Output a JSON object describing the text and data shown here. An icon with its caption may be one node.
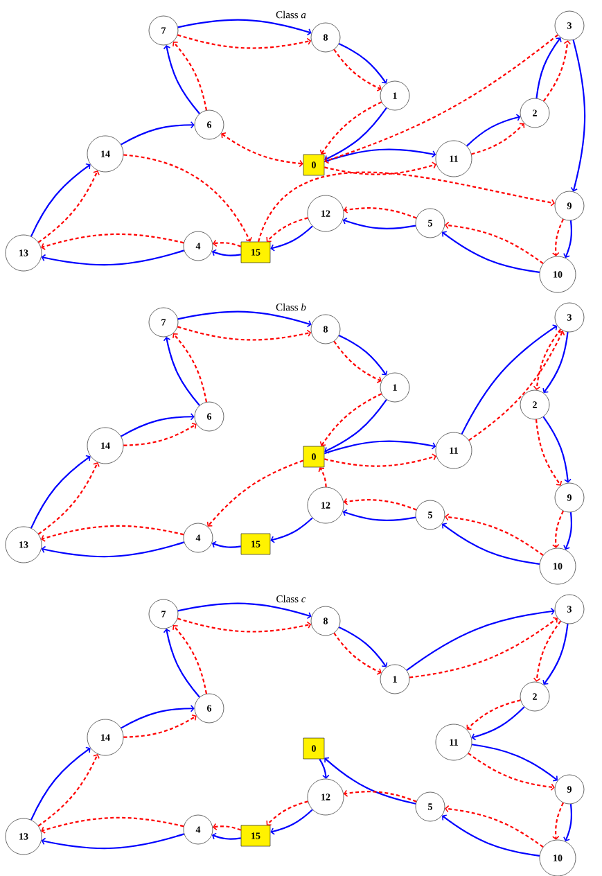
{
  "diagram": {
    "nodes": [
      {
        "text": [
          "0"
        ]
      },
      {
        "text": [
          "1"
        ]
      },
      {
        "text": [
          "2"
        ]
      },
      {
        "text": [
          "3"
        ]
      },
      {
        "text": [
          "4"
        ]
      },
      {
        "text": [
          "5"
        ]
      },
      {
        "text": [
          "6"
        ]
      },
      {
        "text": [
          "7"
        ]
      },
      {
        "text": [
          "8"
        ]
      },
      {
        "text": [
          "9"
        ]
      },
      {
        "text": [
          "10"
        ]
      },
      {
        "text": [
          "11"
        ]
      },
      {
        "text": [
          "12"
        ]
      },
      {
        "text": [
          "13"
        ]
      },
      {
        "text": [
          "14"
        ]
      },
      {
        "text": [
          "15"
        ]
      },
      {
        "text": [
          "0"
        ]
      },
      {
        "text": [
          "1"
        ]
      },
      {
        "text": [
          "2"
        ]
      },
      {
        "text": [
          "3"
        ]
      },
      {
        "text": [
          "4"
        ]
      },
      {
        "text": [
          "5"
        ]
      },
      {
        "text": [
          "6"
        ]
      },
      {
        "text": [
          "7"
        ]
      },
      {
        "text": [
          "8"
        ]
      },
      {
        "text": [
          "9"
        ]
      },
      {
        "text": [
          "10"
        ]
      },
      {
        "text": [
          "11"
        ]
      },
      {
        "text": [
          "12"
        ]
      },
      {
        "text": [
          "13"
        ]
      },
      {
        "text": [
          "14"
        ]
      },
      {
        "text": [
          "15"
        ]
      },
      {
        "text": [
          "0"
        ]
      },
      {
        "text": [
          "1"
        ]
      },
      {
        "text": [
          "2"
        ]
      },
      {
        "text": [
          "3"
        ]
      },
      {
        "text": [
          "4"
        ]
      },
      {
        "text": [
          "5"
        ]
      },
      {
        "text": [
          "6"
        ]
      },
      {
        "text": [
          "7"
        ]
      },
      {
        "text": [
          "8"
        ]
      },
      {
        "text": [
          "9"
        ]
      },
      {
        "text": [
          "10"
        ]
      },
      {
        "text": [
          "11"
        ]
      },
      {
        "text": [
          "12"
        ]
      },
      {
        "text": [
          "13"
        ]
      },
      {
        "text": [
          "14"
        ]
      },
      {
        "text": [
          "15"
        ]
      }
    ],
    "edges": [
      {
        "from": 7,
        "to": 8,
        "arrow": "to",
        "color": "#0000ff"
      },
      {
        "from": 8,
        "to": 1,
        "arrow": "to",
        "color": "#0000ff"
      },
      {
        "from": 1,
        "to": 0,
        "arrow": "to",
        "color": "#0000ff"
      },
      {
        "from": 0,
        "to": 11,
        "arrow": "to",
        "color": "#0000ff"
      },
      {
        "from": 11,
        "to": 2,
        "arrow": "to",
        "color": "#0000ff"
      },
      {
        "from": 2,
        "to": 3,
        "arrow": "to",
        "color": "#0000ff"
      },
      {
        "from": 3,
        "to": 9,
        "arrow": "to",
        "color": "#0000ff"
      },
      {
        "from": 9,
        "to": 10,
        "arrow": "to",
        "color": "#0000ff"
      },
      {
        "from": 10,
        "to": 5,
        "arrow": "to",
        "color": "#0000ff"
      },
      {
        "from": 5,
        "to": 12,
        "arrow": "to",
        "color": "#0000ff"
      },
      {
        "from": 12,
        "to": 15,
        "arrow": "to",
        "color": "#0000ff"
      },
      {
        "from": 15,
        "to": 4,
        "arrow": "to",
        "color": "#0000ff"
      },
      {
        "from": 4,
        "to": 13,
        "arrow": "to",
        "color": "#0000ff"
      },
      {
        "from": 13,
        "to": 14,
        "arrow": "to",
        "color": "#0000ff"
      },
      {
        "from": 14,
        "to": 6,
        "arrow": "to",
        "color": "#0000ff"
      },
      {
        "from": 6,
        "to": 7,
        "arrow": "to",
        "color": "#0000ff"
      },
      {
        "from": 7,
        "to": 8,
        "arrow": "to",
        "style": "dashed",
        "color": "#ff0000"
      },
      {
        "from": 8,
        "to": 1,
        "arrow": "to",
        "style": "dashed",
        "color": "#ff0000"
      },
      {
        "from": 1,
        "to": 0,
        "arrow": "to",
        "style": "dashed",
        "color": "#ff0000"
      },
      {
        "from": 6,
        "to": 0,
        "arrow": "both",
        "style": "dashed",
        "color": "#ff0000"
      },
      {
        "from": 3,
        "to": 0,
        "arrow": "to",
        "style": "dashed",
        "color": "#ff0000"
      },
      {
        "from": 0,
        "to": 11,
        "arrow": "to",
        "style": "dashed",
        "color": "#ff0000"
      },
      {
        "from": 11,
        "to": 2,
        "arrow": "to",
        "style": "dashed",
        "color": "#ff0000"
      },
      {
        "from": 2,
        "to": 3,
        "arrow": "to",
        "style": "dashed",
        "color": "#ff0000"
      },
      {
        "from": 15,
        "to": 9,
        "arrow": "to",
        "style": "dashed",
        "color": "#ff0000"
      },
      {
        "from": 14,
        "to": 15,
        "arrow": "to",
        "style": "dashed",
        "color": "#ff0000"
      },
      {
        "from": 12,
        "to": 15,
        "arrow": "to",
        "style": "dashed",
        "color": "#ff0000"
      },
      {
        "from": 15,
        "to": 4,
        "arrow": "to",
        "style": "dashed",
        "color": "#ff0000"
      },
      {
        "from": 4,
        "to": 13,
        "arrow": "to",
        "style": "dashed",
        "color": "#ff0000"
      },
      {
        "from": 13,
        "to": 14,
        "arrow": "to",
        "style": "dashed",
        "color": "#ff0000"
      },
      {
        "from": 6,
        "to": 7,
        "arrow": "to",
        "style": "dashed",
        "color": "#ff0000"
      },
      {
        "from": 9,
        "to": 10,
        "arrow": "to",
        "style": "dashed",
        "color": "#ff0000"
      },
      {
        "from": 10,
        "to": 5,
        "arrow": "to",
        "style": "dashed",
        "color": "#ff0000"
      },
      {
        "from": 5,
        "to": 12,
        "arrow": "to",
        "style": "dashed",
        "color": "#ff0000"
      },
      {
        "from": 23,
        "to": 24,
        "arrow": "to",
        "color": "#0000ff"
      },
      {
        "from": 24,
        "to": 17,
        "arrow": "to",
        "color": "#0000ff"
      },
      {
        "from": 17,
        "to": 16,
        "arrow": "to",
        "color": "#0000ff"
      },
      {
        "from": 16,
        "to": 27,
        "arrow": "to",
        "color": "#0000ff"
      },
      {
        "from": 27,
        "to": 19,
        "arrow": "to",
        "color": "#0000ff"
      },
      {
        "from": 19,
        "to": 18,
        "arrow": "to",
        "color": "#0000ff"
      },
      {
        "from": 18,
        "to": 25,
        "arrow": "to",
        "color": "#0000ff"
      },
      {
        "from": 25,
        "to": 26,
        "arrow": "to",
        "color": "#0000ff"
      },
      {
        "from": 26,
        "to": 21,
        "arrow": "to",
        "color": "#0000ff"
      },
      {
        "from": 21,
        "to": 28,
        "arrow": "to",
        "color": "#0000ff"
      },
      {
        "from": 28,
        "to": 31,
        "arrow": "to",
        "color": "#0000ff"
      },
      {
        "from": 31,
        "to": 20,
        "arrow": "to",
        "color": "#0000ff"
      },
      {
        "from": 20,
        "to": 29,
        "arrow": "to",
        "color": "#0000ff"
      },
      {
        "from": 29,
        "to": 30,
        "arrow": "to",
        "color": "#0000ff"
      },
      {
        "from": 30,
        "to": 22,
        "arrow": "to",
        "color": "#0000ff"
      },
      {
        "from": 22,
        "to": 23,
        "arrow": "to",
        "color": "#0000ff"
      },
      {
        "from": 23,
        "to": 24,
        "arrow": "to",
        "style": "dashed",
        "color": "#ff0000"
      },
      {
        "from": 24,
        "to": 17,
        "arrow": "to",
        "style": "dashed",
        "color": "#ff0000"
      },
      {
        "from": 17,
        "to": 16,
        "arrow": "to",
        "style": "dashed",
        "color": "#ff0000"
      },
      {
        "from": 16,
        "to": 27,
        "arrow": "to",
        "style": "dashed",
        "color": "#ff0000"
      },
      {
        "from": 27,
        "to": 19,
        "arrow": "to",
        "style": "dashed",
        "color": "#ff0000"
      },
      {
        "from": 19,
        "to": 18,
        "arrow": "to",
        "style": "dashed",
        "color": "#ff0000"
      },
      {
        "from": 18,
        "to": 25,
        "arrow": "to",
        "style": "dashed",
        "color": "#ff0000"
      },
      {
        "from": 25,
        "to": 26,
        "arrow": "to",
        "style": "dashed",
        "color": "#ff0000"
      },
      {
        "from": 26,
        "to": 21,
        "arrow": "to",
        "style": "dashed",
        "color": "#ff0000"
      },
      {
        "from": 21,
        "to": 28,
        "arrow": "to",
        "style": "dashed",
        "color": "#ff0000"
      },
      {
        "from": 28,
        "to": 16,
        "arrow": "to",
        "style": "dashed",
        "color": "#ff0000"
      },
      {
        "from": 16,
        "to": 20,
        "arrow": "to",
        "style": "dashed",
        "color": "#ff0000"
      },
      {
        "from": 20,
        "to": 29,
        "arrow": "to",
        "style": "dashed",
        "color": "#ff0000"
      },
      {
        "from": 29,
        "to": 30,
        "arrow": "to",
        "style": "dashed",
        "color": "#ff0000"
      },
      {
        "from": 30,
        "to": 22,
        "arrow": "to",
        "style": "dashed",
        "color": "#ff0000"
      },
      {
        "from": 22,
        "to": 23,
        "arrow": "to",
        "style": "dashed",
        "color": "#ff0000"
      },
      {
        "from": 39,
        "to": 40,
        "arrow": "to",
        "color": "#0000ff"
      },
      {
        "from": 40,
        "to": 33,
        "arrow": "to",
        "color": "#0000ff"
      },
      {
        "from": 33,
        "to": 35,
        "arrow": "to",
        "color": "#0000ff"
      },
      {
        "from": 35,
        "to": 34,
        "arrow": "to",
        "color": "#0000ff"
      },
      {
        "from": 34,
        "to": 43,
        "arrow": "to",
        "color": "#0000ff"
      },
      {
        "from": 43,
        "to": 41,
        "arrow": "to",
        "color": "#0000ff"
      },
      {
        "from": 41,
        "to": 42,
        "arrow": "to",
        "color": "#0000ff"
      },
      {
        "from": 42,
        "to": 37,
        "arrow": "to",
        "color": "#0000ff"
      },
      {
        "from": 37,
        "to": 32,
        "arrow": "to",
        "color": "#0000ff"
      },
      {
        "from": 32,
        "to": 44,
        "arrow": "to",
        "color": "#0000ff"
      },
      {
        "from": 44,
        "to": 47,
        "arrow": "to",
        "color": "#0000ff"
      },
      {
        "from": 47,
        "to": 36,
        "arrow": "to",
        "color": "#0000ff"
      },
      {
        "from": 36,
        "to": 45,
        "arrow": "to",
        "color": "#0000ff"
      },
      {
        "from": 45,
        "to": 46,
        "arrow": "to",
        "color": "#0000ff"
      },
      {
        "from": 46,
        "to": 38,
        "arrow": "to",
        "color": "#0000ff"
      },
      {
        "from": 38,
        "to": 39,
        "arrow": "to",
        "color": "#0000ff"
      },
      {
        "from": 39,
        "to": 40,
        "arrow": "to",
        "style": "dashed",
        "color": "#ff0000"
      },
      {
        "from": 40,
        "to": 33,
        "arrow": "to",
        "style": "dashed",
        "color": "#ff0000"
      },
      {
        "from": 33,
        "to": 35,
        "arrow": "to",
        "style": "dashed",
        "color": "#ff0000"
      },
      {
        "from": 35,
        "to": 34,
        "arrow": "to",
        "style": "dashed",
        "color": "#ff0000"
      },
      {
        "from": 34,
        "to": 43,
        "arrow": "to",
        "style": "dashed",
        "color": "#ff0000"
      },
      {
        "from": 43,
        "to": 41,
        "arrow": "to",
        "style": "dashed",
        "color": "#ff0000"
      },
      {
        "from": 41,
        "to": 42,
        "arrow": "to",
        "style": "dashed",
        "color": "#ff0000"
      },
      {
        "from": 42,
        "to": 37,
        "arrow": "to",
        "style": "dashed",
        "color": "#ff0000"
      },
      {
        "from": 37,
        "to": 44,
        "arrow": "to",
        "style": "dashed",
        "color": "#ff0000"
      },
      {
        "from": 44,
        "to": 47,
        "arrow": "to",
        "style": "dashed",
        "color": "#ff0000"
      },
      {
        "from": 47,
        "to": 36,
        "arrow": "to",
        "style": "dashed",
        "color": "#ff0000"
      },
      {
        "from": 36,
        "to": 45,
        "arrow": "to",
        "style": "dashed",
        "color": "#ff0000"
      },
      {
        "from": 45,
        "to": 46,
        "arrow": "to",
        "style": "dashed",
        "color": "#ff0000"
      },
      {
        "from": 46,
        "to": 38,
        "arrow": "to",
        "style": "dashed",
        "color": "#ff0000"
      },
      {
        "from": 38,
        "to": 39,
        "arrow": "to",
        "style": "dashed",
        "color": "#ff0000"
      }
    ],
    "labels": [
      "Class *a*",
      "Class *b*",
      "Class *c*"
    ]
  }
}
